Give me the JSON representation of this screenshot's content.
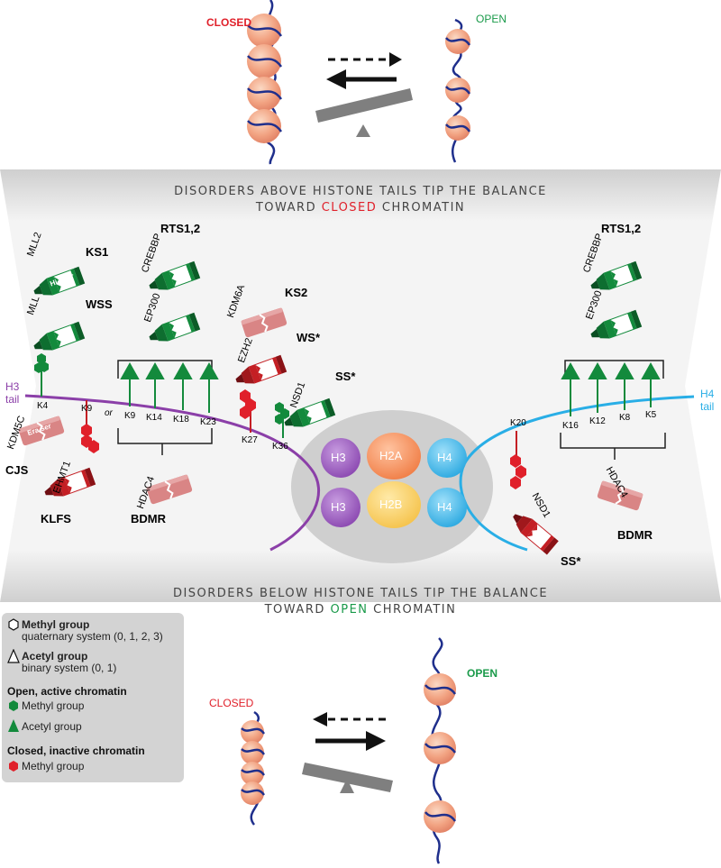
{
  "top": {
    "closed_label": "CLOSED",
    "open_label": "OPEN"
  },
  "bottom": {
    "closed_label": "CLOSED",
    "open_label": "OPEN"
  },
  "banner_top": {
    "line1": "DISORDERS ABOVE HISTONE TAILS TIP THE BALANCE",
    "line2_prefix": "TOWARD ",
    "line2_highlight": "CLOSED",
    "line2_suffix": " CHROMATIN"
  },
  "banner_bottom": {
    "line1": "DISORDERS BELOW HISTONE TAILS TIP THE BALANCE",
    "line2_prefix": "TOWARD ",
    "line2_highlight": "OPEN",
    "line2_suffix": " CHROMATIN"
  },
  "tails": {
    "h3_label": "H3\ntail",
    "h4_label": "H4\ntail"
  },
  "h3_residues": {
    "k4": "K4",
    "k9a": "K9",
    "or": "or",
    "k9b": "K9",
    "k14": "K14",
    "k18": "K18",
    "k23": "K23",
    "k27": "K27",
    "k36": "K36"
  },
  "h4_residues": {
    "k16": "K16",
    "k12": "K12",
    "k8": "K8",
    "k5": "K5",
    "k20": "K20"
  },
  "nucleosome": {
    "h3a": "H3",
    "h3b": "H3",
    "h2a": "H2A",
    "h2b": "H2B",
    "h4a": "H4",
    "h4b": "H4"
  },
  "tool_text": {
    "writer_a": "Hi-li",
    "writer_b": "ter",
    "eraser_a": "Era",
    "eraser_b": "ser"
  },
  "enzymes": {
    "mll2": "MLL2",
    "mll": "MLL",
    "crebbp_l": "CREBBP",
    "ep300_l": "EP300",
    "kdm6a": "KDM6A",
    "ezh2": "EZH2",
    "nsd1_top": "NSD1",
    "kdm5c": "KDM5C",
    "ehmt1": "EHMT1",
    "hdac4_l": "HDAC4",
    "crebbp_r": "CREBBP",
    "ep300_r": "EP300",
    "hdac4_r": "HDAC4",
    "nsd1_h4": "NSD1"
  },
  "disorders": {
    "ks1": "KS1",
    "wss": "WSS",
    "rts_l": "RTS1,2",
    "ks2": "KS2",
    "ws": "WS*",
    "ss_top": "SS*",
    "cjs": "CJS",
    "klfs": "KLFS",
    "bdmr_l": "BDMR",
    "rts_r": "RTS1,2",
    "bdmr_r": "BDMR",
    "ss_h4": "SS*"
  },
  "legend": {
    "methyl_title": "Methyl group",
    "methyl_desc": "quaternary system (0, 1, 2, 3)",
    "acetyl_title": "Acetyl group",
    "acetyl_desc": "binary system (0, 1)",
    "open_title": "Open, active chromatin",
    "open_methyl": "Methyl group",
    "open_acetyl": "Acetyl group",
    "closed_title": "Closed, inactive chromatin",
    "closed_methyl": "Methyl group"
  },
  "colors": {
    "closed_red": "#e0202a",
    "open_green": "#1a9a4a",
    "h3_purple": "#8b3fa8",
    "h4_blue": "#29aee6",
    "dna_blue": "#1f2f8c",
    "writer_green": "#138a3c",
    "writer_red": "#c41f24",
    "eraser_pink": "#d98585"
  }
}
